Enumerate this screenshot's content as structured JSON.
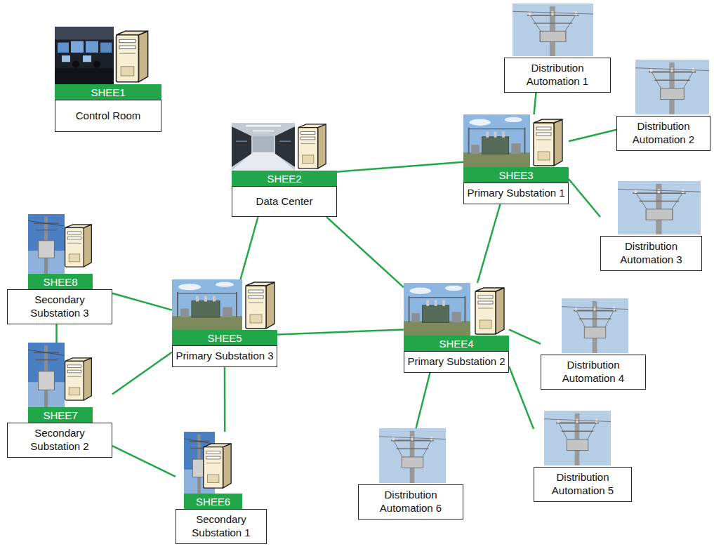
{
  "diagram": {
    "nodes": [
      {
        "text": [
          "SHEE1",
          "Control Room"
        ]
      },
      {
        "text": [
          "Distribution Automation 1"
        ]
      },
      {
        "text": [
          "SHEE2",
          "Data Center"
        ]
      },
      {
        "text": [
          "SHEE3",
          "Primary Substation 1"
        ]
      },
      {
        "text": [
          "Distribution Automation 2"
        ]
      },
      {
        "text": [
          "Distribution Automation 3"
        ]
      },
      {
        "text": [
          "SHEE8",
          "Secondary Substation 3"
        ]
      },
      {
        "text": [
          "SHEE5",
          "Primary Substation 3"
        ]
      },
      {
        "text": [
          "SHEE4",
          "Primary Substation 2"
        ]
      },
      {
        "text": [
          "Distribution Automation 4"
        ]
      },
      {
        "text": [
          "SHEE7",
          "Secondary Substation 2"
        ]
      },
      {
        "text": [
          "SHEE6",
          "Secondary Substation 1"
        ]
      },
      {
        "text": [
          "Distribution Automation 6"
        ]
      },
      {
        "text": [
          "Distribution Automation 5"
        ]
      }
    ],
    "edges": [
      {
        "from": 1,
        "to": 3,
        "arrow": "none"
      },
      {
        "from": 3,
        "to": 4,
        "arrow": "none"
      },
      {
        "from": 3,
        "to": 5,
        "arrow": "none"
      },
      {
        "from": 2,
        "to": 3,
        "arrow": "none"
      },
      {
        "from": 2,
        "to": 7,
        "arrow": "none"
      },
      {
        "from": 2,
        "to": 8,
        "arrow": "none"
      },
      {
        "from": 3,
        "to": 8,
        "arrow": "none"
      },
      {
        "from": 6,
        "to": 7,
        "arrow": "none"
      },
      {
        "from": 6,
        "to": 10,
        "arrow": "none"
      },
      {
        "from": 10,
        "to": 7,
        "arrow": "none"
      },
      {
        "from": 10,
        "to": 11,
        "arrow": "none"
      },
      {
        "from": 7,
        "to": 11,
        "arrow": "none"
      },
      {
        "from": 7,
        "to": 8,
        "arrow": "none"
      },
      {
        "from": 8,
        "to": 9,
        "arrow": "none"
      },
      {
        "from": 8,
        "to": 12,
        "arrow": "none"
      },
      {
        "from": 8,
        "to": 13,
        "arrow": "none"
      }
    ]
  }
}
